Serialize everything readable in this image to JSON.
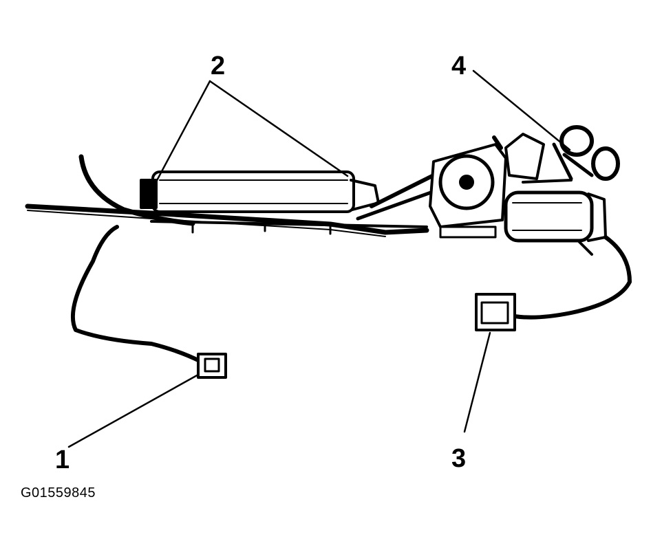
{
  "callouts": [
    {
      "number": "1"
    },
    {
      "number": "2"
    },
    {
      "number": "3"
    },
    {
      "number": "4"
    }
  ],
  "figure_id": "G01559845",
  "colors": {
    "ink": "#000000",
    "paper": "#ffffff"
  }
}
